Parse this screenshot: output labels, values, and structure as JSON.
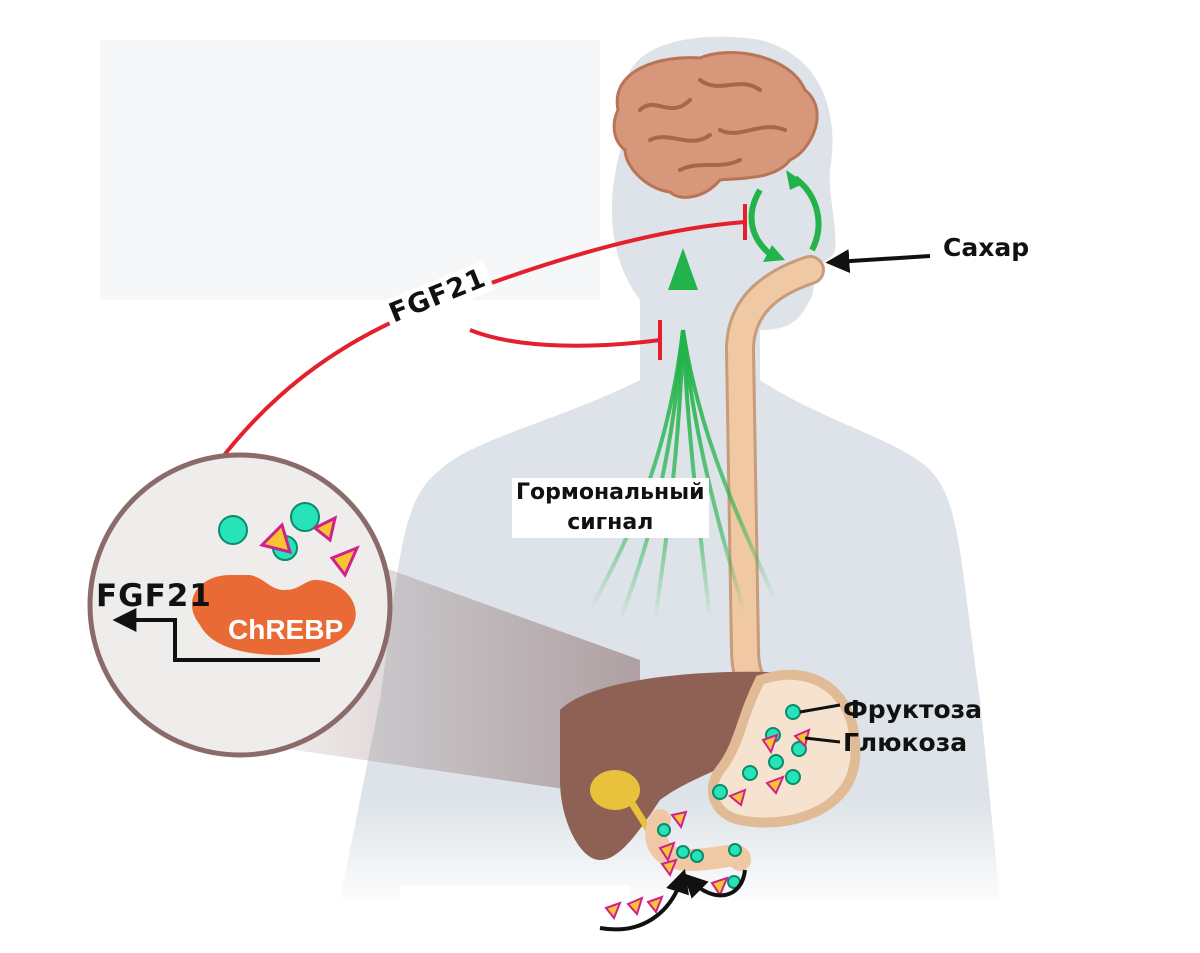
{
  "labels": {
    "sugar": "Сахар",
    "hormonal_signal_line1": "Гормональный",
    "hormonal_signal_line2": "сигнал",
    "fgf21_hormone": "FGF21",
    "fgf21_gene": "FGF21",
    "chrebp": "ChREBP",
    "fructose": "Фруктоза",
    "glucose": "Глюкоза"
  },
  "colors": {
    "body_silhouette": "#dde3e8",
    "brain": "#d6977a",
    "esophagus": "#f0c9a4",
    "liver": "#8f6155",
    "gallbladder": "#e8c23a",
    "fgf21_inhibition": "#e3202c",
    "hormonal_signal": "#22b34a",
    "chrebp": "#ea6a35",
    "fructose": "#27e3b8",
    "glucose_fill": "#f7c531",
    "glucose_outline": "#d0208e",
    "arrows": "#111111"
  },
  "icons": {
    "fructose": "teal-circle",
    "glucose": "yellow-triangle-magenta-outline"
  }
}
